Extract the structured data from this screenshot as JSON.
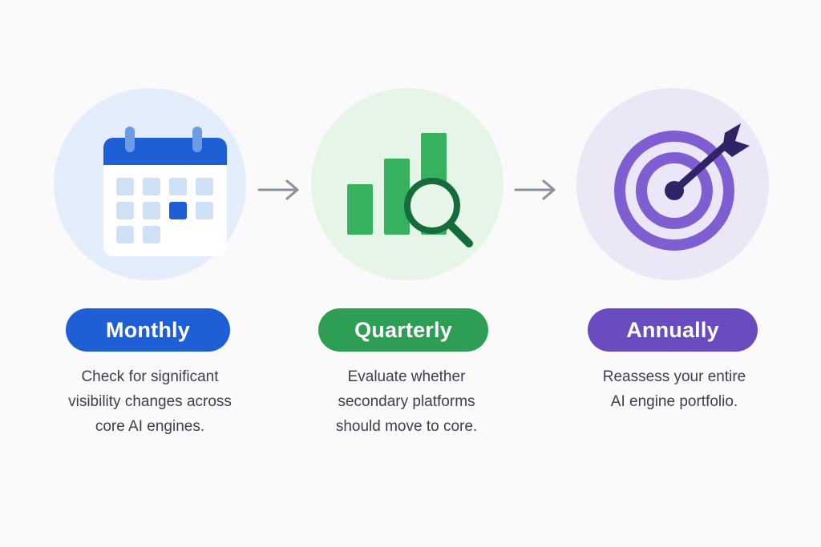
{
  "steps": [
    {
      "label": "Monthly",
      "icon": "calendar-icon",
      "accent": "#1f5fd6",
      "circle_color": "#e3edfb",
      "description": [
        "Check for significant",
        "visibility changes across",
        "core AI engines."
      ]
    },
    {
      "label": "Quarterly",
      "icon": "bar-chart-magnifier-icon",
      "accent": "#2e9e54",
      "circle_color": "#e6f5e8",
      "description": [
        "Evaluate whether",
        "secondary platforms",
        "should move to core."
      ]
    },
    {
      "label": "Annually",
      "icon": "target-dart-icon",
      "accent": "#6a4bc0",
      "circle_color": "#ebe7f7",
      "description": [
        "Reassess your entire",
        "AI engine portfolio."
      ]
    }
  ],
  "connectors": [
    "arrow-right-icon",
    "arrow-right-icon"
  ]
}
